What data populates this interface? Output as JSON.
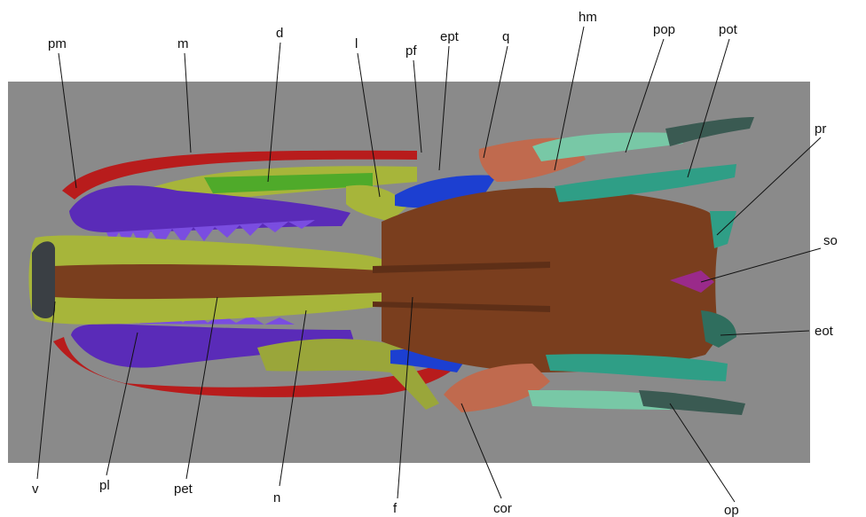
{
  "figure": {
    "colors": {
      "background_panel": "#8a8a8a",
      "maxilla_red": "#b81c1c",
      "dentary_olive": "#a7b53a",
      "palatine_purple": "#5a2bb8",
      "pterygoid_blue": "#1c3fd1",
      "frontal_brown": "#7a3e1e",
      "hyomandibular_salmon": "#c06a4e",
      "otic_teal": "#2f9e86",
      "supraoccipital_magenta": "#9a2a8a"
    },
    "labels": [
      {
        "id": "pm",
        "text": "pm"
      },
      {
        "id": "m",
        "text": "m"
      },
      {
        "id": "d",
        "text": "d"
      },
      {
        "id": "l",
        "text": "l"
      },
      {
        "id": "pf",
        "text": "pf"
      },
      {
        "id": "ept",
        "text": "ept"
      },
      {
        "id": "q",
        "text": "q"
      },
      {
        "id": "hm",
        "text": "hm"
      },
      {
        "id": "pop",
        "text": "pop"
      },
      {
        "id": "pot",
        "text": "pot"
      },
      {
        "id": "pr",
        "text": "pr"
      },
      {
        "id": "so",
        "text": "so"
      },
      {
        "id": "eot",
        "text": "eot"
      },
      {
        "id": "v",
        "text": "v"
      },
      {
        "id": "pl",
        "text": "pl"
      },
      {
        "id": "pet",
        "text": "pet"
      },
      {
        "id": "n",
        "text": "n"
      },
      {
        "id": "f",
        "text": "f"
      },
      {
        "id": "cor",
        "text": "cor"
      },
      {
        "id": "op",
        "text": "op"
      }
    ]
  }
}
